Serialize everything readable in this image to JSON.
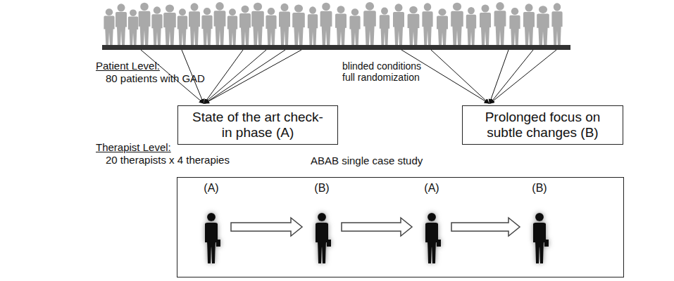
{
  "diagram": {
    "nodes": [
      {
        "text": [
          "State of the art check-in phase (A)"
        ]
      },
      {
        "text": [
          "Prolonged focus on subtle changes (B)"
        ]
      },
      {
        "text": [
          "ABAB single case study"
        ]
      },
      {
        "text": [
          "(A)"
        ],
        "in": 2
      },
      {
        "text": [
          "(B)"
        ],
        "in": 2
      },
      {
        "text": [
          "(A)"
        ],
        "in": 2
      },
      {
        "text": [
          "(B)"
        ],
        "in": 2
      }
    ],
    "edges": [
      {
        "from": 3,
        "to": 4,
        "arrow": "to"
      },
      {
        "from": 4,
        "to": 5,
        "arrow": "to"
      },
      {
        "from": 5,
        "to": 6,
        "arrow": "to"
      }
    ],
    "labels": [
      "Patient Level:",
      "80 patients with GAD",
      "blinded conditions full randomization",
      "Therapist Level:",
      "20 therapists x 4 therapies"
    ]
  }
}
